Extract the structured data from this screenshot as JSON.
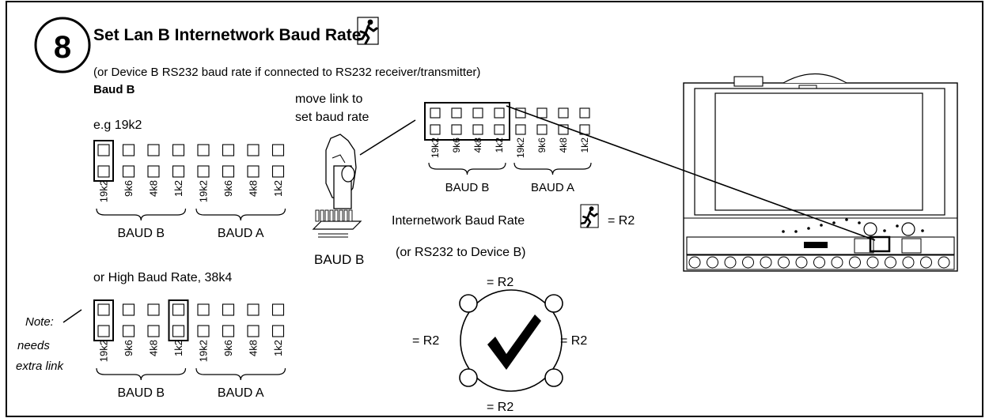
{
  "step": {
    "number": "8",
    "title": "Set Lan B Internetwork Baud Rate",
    "subtitle": "(or Device B RS232 baud rate if connected to RS232 receiver/transmitter)",
    "section_label": "Baud B"
  },
  "example_19k2": {
    "label": "e.g  19k2",
    "jumper_labels": [
      "19k2",
      "9k6",
      "4k8",
      "1k2",
      "19k2",
      "9k6",
      "4k8",
      "1k2"
    ],
    "group_b": "BAUD B",
    "group_a": "BAUD A"
  },
  "example_high": {
    "label": "or High Baud Rate, 38k4",
    "jumper_labels": [
      "19k2",
      "9k6",
      "4k8",
      "1k2",
      "19k2",
      "9k6",
      "4k8",
      "1k2"
    ],
    "group_b": "BAUD B",
    "group_a": "BAUD A",
    "note_line1": "Note:",
    "note_line2": "needs",
    "note_line3": "extra  link"
  },
  "hand_panel": {
    "move_link_line1": "move link to",
    "move_link_line2": "set baud rate",
    "connector_label": "BAUD B"
  },
  "zoom_panel": {
    "jumper_labels": [
      "19k2",
      "9k6",
      "4k8",
      "1k2",
      "19k2",
      "9k6",
      "4k8",
      "1k2"
    ],
    "group_b": "BAUD B",
    "group_a": "BAUD A"
  },
  "rule": {
    "line1_prefix": "Internetwork Baud Rate",
    "line1_suffix": "= R2",
    "line2": "(or RS232 to Device B)"
  },
  "network": {
    "top": "= R2",
    "left": "= R2",
    "right": "= R2",
    "bottom": "= R2"
  },
  "icons": [
    "running-man-icon",
    "check-mark-icon",
    "hand-icon",
    "connector-icon",
    "device-panel-icon"
  ]
}
